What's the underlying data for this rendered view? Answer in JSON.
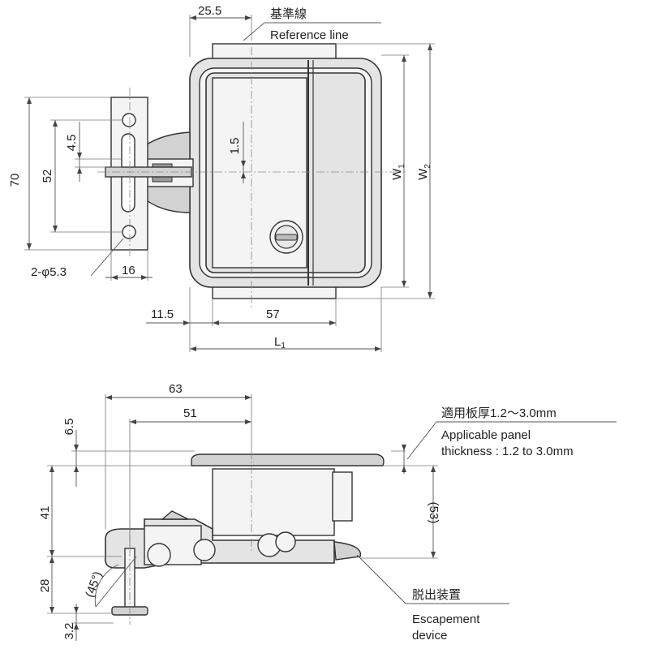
{
  "dimensions": {
    "top_width": "25.5",
    "height_70": "70",
    "height_52": "52",
    "slot_4_5": "4.5",
    "offset_1_5": "1.5",
    "w1": "W",
    "w1_sub": "1",
    "w2": "W",
    "w2_sub": "2",
    "holes": "2-φ5.3",
    "bracket_16": "16",
    "left_11_5": "11.5",
    "width_57": "57",
    "l1": "L",
    "l1_sub": "1",
    "side_63": "63",
    "side_51": "51",
    "flange_6_5": "6.5",
    "depth_41": "41",
    "depth_28": "28",
    "depth_3_2": "3.2",
    "angle_45": "(45°)",
    "total_53": "(53)"
  },
  "labels": {
    "reference_jp": "基準線",
    "reference_en": "Reference line",
    "panel_jp": "適用板厚1.2～3.0mm",
    "panel_en_1": "Applicable panel",
    "panel_en_2": "thickness : 1.2 to 3.0mm",
    "escape_jp": "脱出装置",
    "escape_en_1": "Escapement",
    "escape_en_2": "device"
  }
}
